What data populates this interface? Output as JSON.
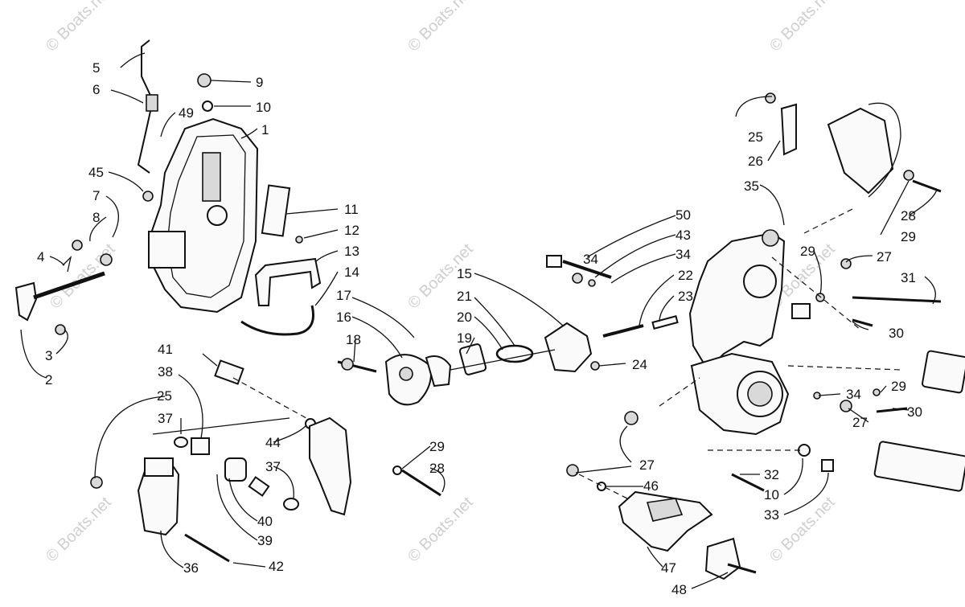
{
  "watermark": "© Boats.net",
  "part_labels": [
    "1",
    "2",
    "3",
    "4",
    "5",
    "6",
    "7",
    "8",
    "9",
    "10",
    "11",
    "12",
    "13",
    "14",
    "15",
    "16",
    "17",
    "18",
    "19",
    "20",
    "21",
    "22",
    "23",
    "24",
    "25",
    "26",
    "27",
    "28",
    "29",
    "30",
    "31",
    "32",
    "33",
    "34",
    "35",
    "36",
    "37",
    "38",
    "39",
    "40",
    "41",
    "42",
    "43",
    "44",
    "45",
    "46",
    "47",
    "48",
    "49",
    "50"
  ]
}
